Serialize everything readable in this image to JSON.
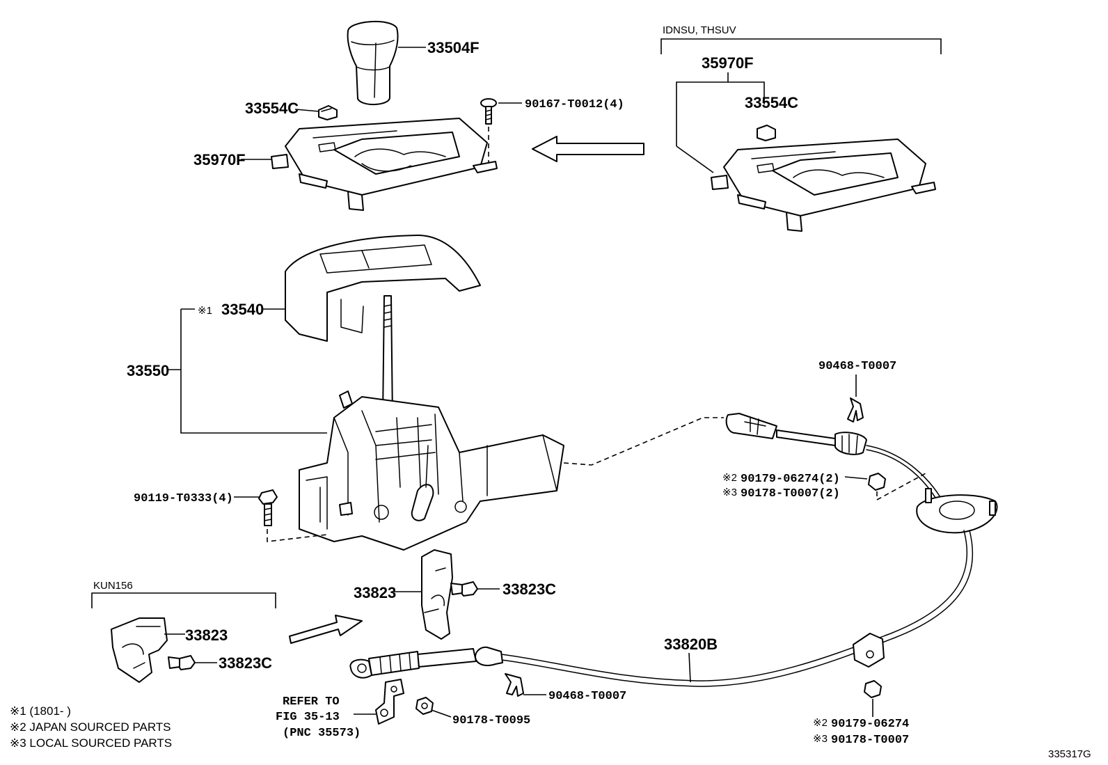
{
  "labels": {
    "knob": "33504F",
    "retainer_top": "33554C",
    "housing_top": "35970F",
    "screw_top": "90167-T0012(4)",
    "variant_group": "IDNSU, THSUV",
    "variant_housing": "35970F",
    "variant_retainer": "33554C",
    "cover_mark": "※1",
    "cover": "33540",
    "shift_assy": "33550",
    "bolt_left": "90119-T0333(4)",
    "clip_top_right": "90468-T0007",
    "nut1_mark": "※2",
    "nut1": "90179-06274(2)",
    "nut2_mark": "※3",
    "nut2": "90178-T0007(2)",
    "bracket": "33823",
    "bracket_bolt": "33823C",
    "kun_group": "KUN156",
    "kun_bracket": "33823",
    "kun_bolt": "33823C",
    "cable": "33820B",
    "clip_bottom": "90468-T0007",
    "nut_bottom": "90178-T0095",
    "refer_line1": "REFER TO",
    "refer_line2": "FIG 35-13",
    "refer_line3": "(PNC 35573)",
    "nut3_mark": "※2",
    "nut3": "90179-06274",
    "nut4_mark": "※3",
    "nut4": "90178-T0007",
    "fig_code": "335317G"
  },
  "notes": [
    "※1 (1801-      )",
    "※2 JAPAN SOURCED PARTS",
    "※3 LOCAL SOURCED PARTS"
  ]
}
